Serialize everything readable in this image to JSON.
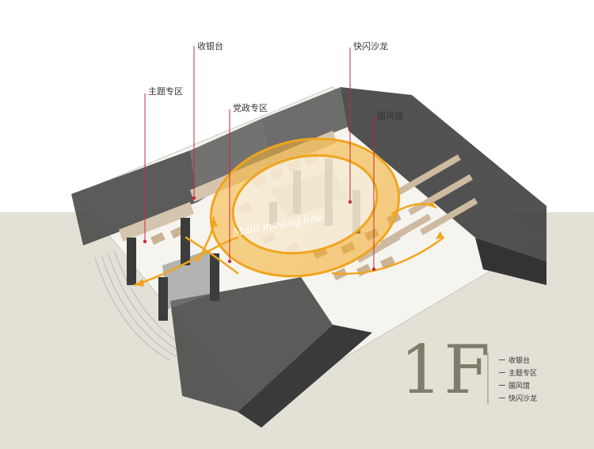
{
  "floor_label": "1F",
  "route_label": "Main moving line",
  "callouts": {
    "cashier": "收银台",
    "theme_zone": "主题专区",
    "party_zone": "党政专区",
    "flash_salon": "快闪沙龙",
    "guofeng_hall": "国风馆"
  },
  "legend": [
    "收银台",
    "主题专区",
    "国风馆",
    "快闪沙龙"
  ],
  "colors": {
    "route": "#f0a51e",
    "callout_line": "#c8283c",
    "ground": "#e3e1d6",
    "walls": "#4a4a4a"
  }
}
